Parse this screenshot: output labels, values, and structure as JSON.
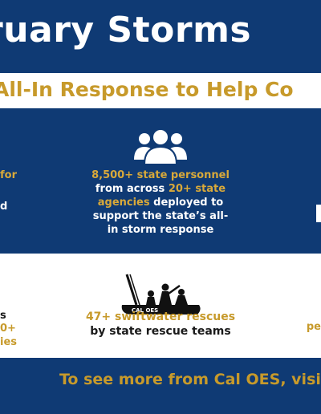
{
  "header": {
    "title": "ruary Storms",
    "banner": "All-In Response to Help Co"
  },
  "upper_panel": {
    "left_edge_gold": "for",
    "left_edge_white": "d",
    "stat": {
      "line1_gold": "8,500+ state personnel",
      "line2_white": "from across ",
      "line2_gold": "20+ state",
      "line3_gold": "agencies",
      "line3_white": " deployed to",
      "line4_white": "support the state’s all-",
      "line5_white": "in storm response"
    },
    "icon": "people-group-icon"
  },
  "lower_panel": {
    "left_edge_dark": "s",
    "left_edge_gold_1": "0+",
    "left_edge_gold_2": "ies",
    "right_edge_gold": "pe",
    "stat": {
      "line1_gold": "47+ swiftwater rescues",
      "line2_dark": "by state rescue teams"
    },
    "icon": "rescue-boat-icon",
    "boat_label": "CAL OES"
  },
  "footer": {
    "text": "To see more from Cal OES, visit:"
  },
  "colors": {
    "navy": "#0f3a74",
    "gold": "#c79a2b",
    "white": "#ffffff"
  }
}
